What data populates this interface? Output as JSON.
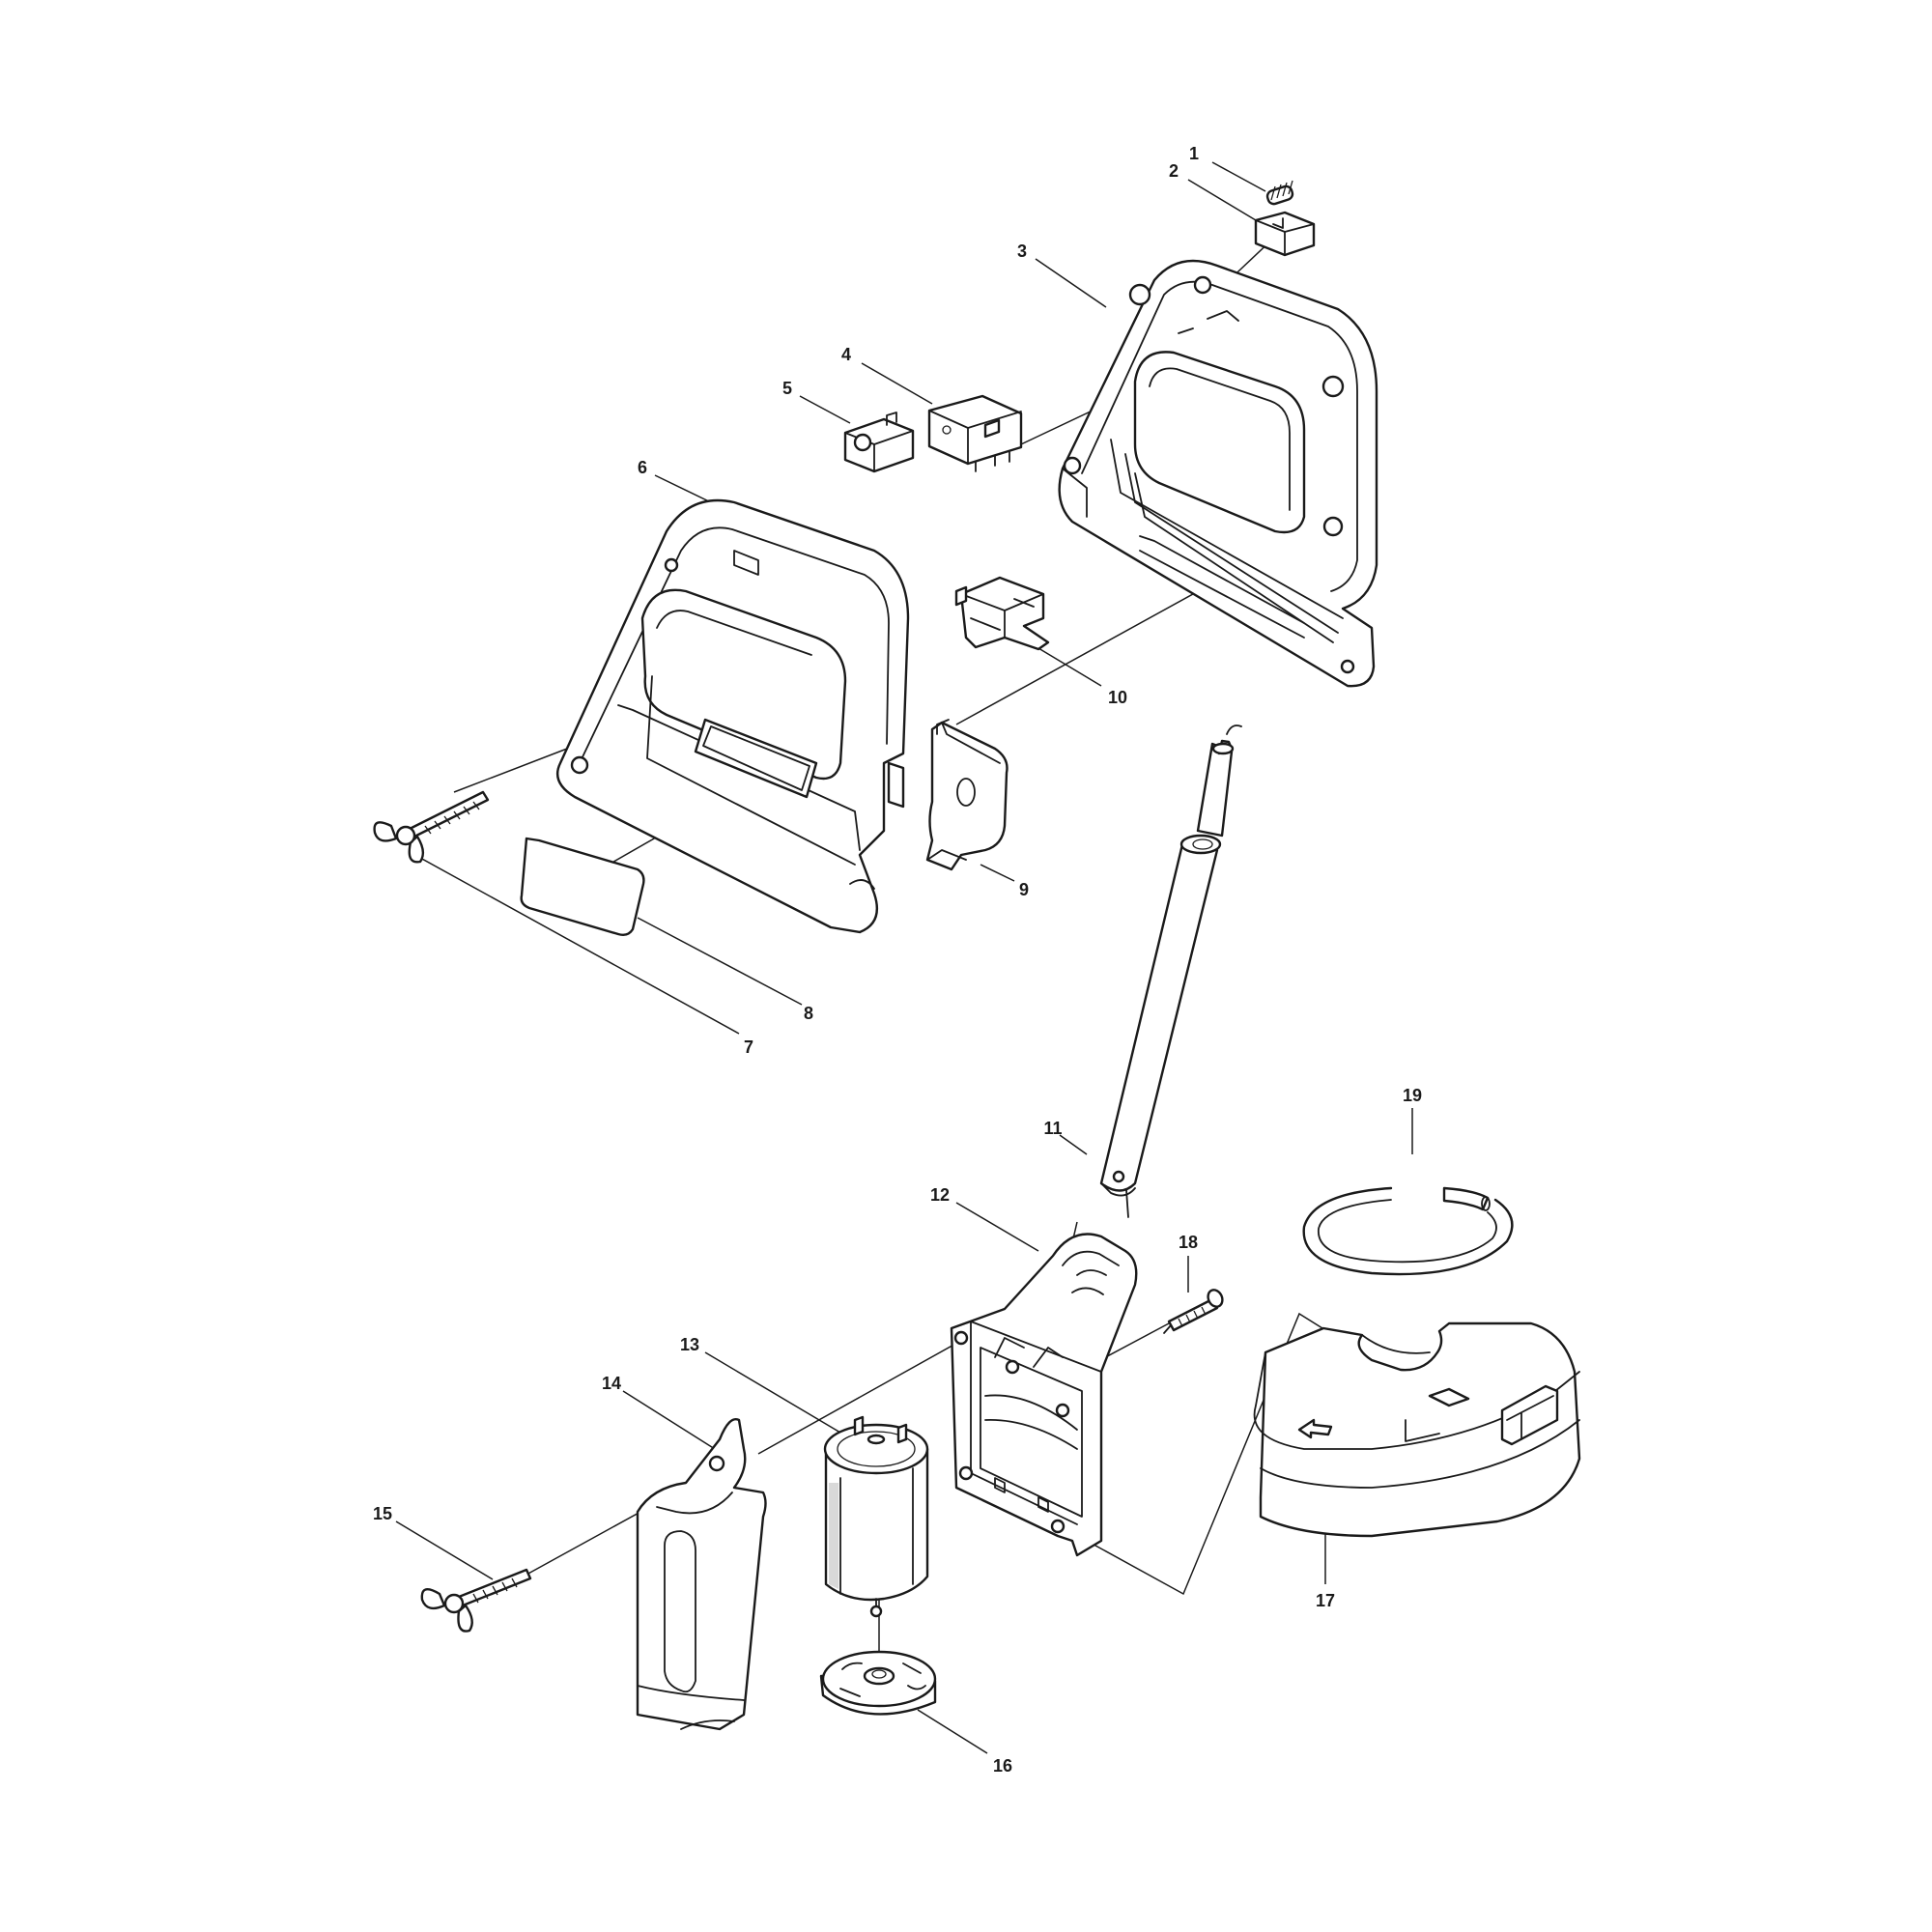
{
  "callouts": [
    {
      "id": "1",
      "label": "1"
    },
    {
      "id": "2",
      "label": "2"
    },
    {
      "id": "3",
      "label": "3"
    },
    {
      "id": "4",
      "label": "4"
    },
    {
      "id": "5",
      "label": "5"
    },
    {
      "id": "6",
      "label": "6"
    },
    {
      "id": "7",
      "label": "7"
    },
    {
      "id": "8",
      "label": "8"
    },
    {
      "id": "9",
      "label": "9"
    },
    {
      "id": "10",
      "label": "10"
    },
    {
      "id": "11",
      "label": "11"
    },
    {
      "id": "12",
      "label": "12"
    },
    {
      "id": "13",
      "label": "13"
    },
    {
      "id": "14",
      "label": "14"
    },
    {
      "id": "15",
      "label": "15"
    },
    {
      "id": "16",
      "label": "16"
    },
    {
      "id": "17",
      "label": "17"
    },
    {
      "id": "18",
      "label": "18"
    },
    {
      "id": "19",
      "label": "19"
    }
  ],
  "colors": {
    "line": "#1a1a1a",
    "background": "#ffffff",
    "shade": "#d9d9d9"
  }
}
